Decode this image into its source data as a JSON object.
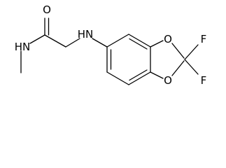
{
  "molecule": {
    "atoms": [
      {
        "id": "o_carbonyl",
        "label": "O"
      },
      {
        "id": "n_amide",
        "label": "HN"
      },
      {
        "id": "n_amine",
        "label": "HN"
      },
      {
        "id": "o_ring_top",
        "label": "O"
      },
      {
        "id": "o_ring_bottom",
        "label": "O"
      },
      {
        "id": "f_top",
        "label": "F"
      },
      {
        "id": "f_bottom",
        "label": "F"
      }
    ]
  },
  "colors": {
    "bond": "#000000",
    "text": "#000000",
    "background": "#ffffff"
  }
}
